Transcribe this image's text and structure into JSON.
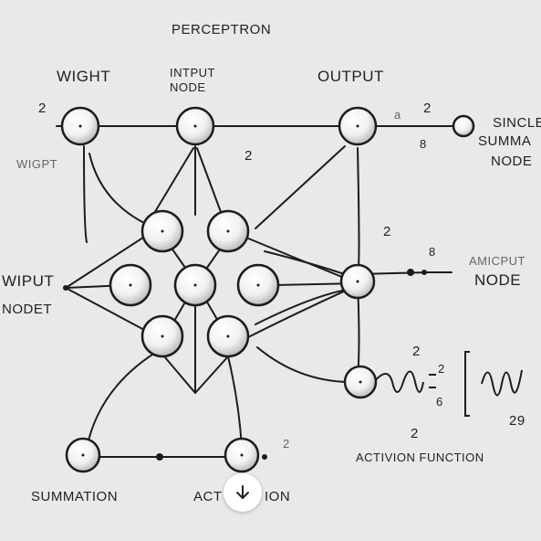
{
  "labels": {
    "title": "PERCEPTRON",
    "wight": "WIGHT",
    "input_node_1": "INTPUT",
    "input_node_2": "NODE",
    "output_top": "OUTPUT",
    "wigpt": "WIGPT",
    "wiput": "WIPUT",
    "nodet": "NODET",
    "single_1": "SINCLE",
    "single_2": "SUMMA",
    "single_3": "NODE",
    "amicput": "AMICPUT",
    "node_right": "NODE",
    "summation": "SUMMATION",
    "action": "ACT",
    "action_tail": "ION",
    "activation_function": "ACTIVION FUNCTION"
  },
  "numbers": {
    "n_left_2": "2",
    "n_center_2": "2",
    "n_out_a": "a",
    "n_out_2": "2",
    "n_out_8": "8",
    "n_mid_2": "2",
    "n_amic_8": "8",
    "n_act_2a": "2",
    "n_act_2b": "2",
    "n_act_6": "6",
    "n_act_2c": "2",
    "n_29": "29",
    "n_bottom_2": "2"
  },
  "icons": {
    "download": "arrow-down-icon"
  }
}
